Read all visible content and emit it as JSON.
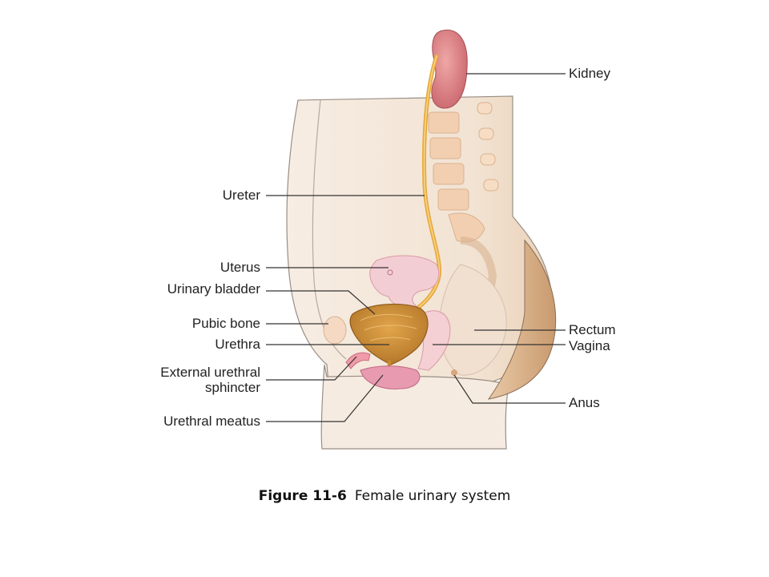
{
  "labels": {
    "kidney": "Kidney",
    "ureter": "Ureter",
    "uterus": "Uterus",
    "urinary_bladder": "Urinary bladder",
    "pubic_bone": "Pubic bone",
    "urethra": "Urethra",
    "external_urethral_sphincter_1": "External urethral",
    "external_urethral_sphincter_2": "sphincter",
    "urethral_meatus": "Urethral meatus",
    "rectum": "Rectum",
    "vagina": "Vagina",
    "anus": "Anus"
  },
  "caption": {
    "number": "Figure 11-6",
    "text": "Female urinary system"
  },
  "colors": {
    "skin": "#f5e9dc",
    "skin_dark": "#e2c7a8",
    "kidney": "#d97a7e",
    "ureter": "#e8a93a",
    "bladder": "#c98a33",
    "uterus": "#f3cdd4",
    "vertebra": "#f2cfb0",
    "leader": "#333333"
  }
}
